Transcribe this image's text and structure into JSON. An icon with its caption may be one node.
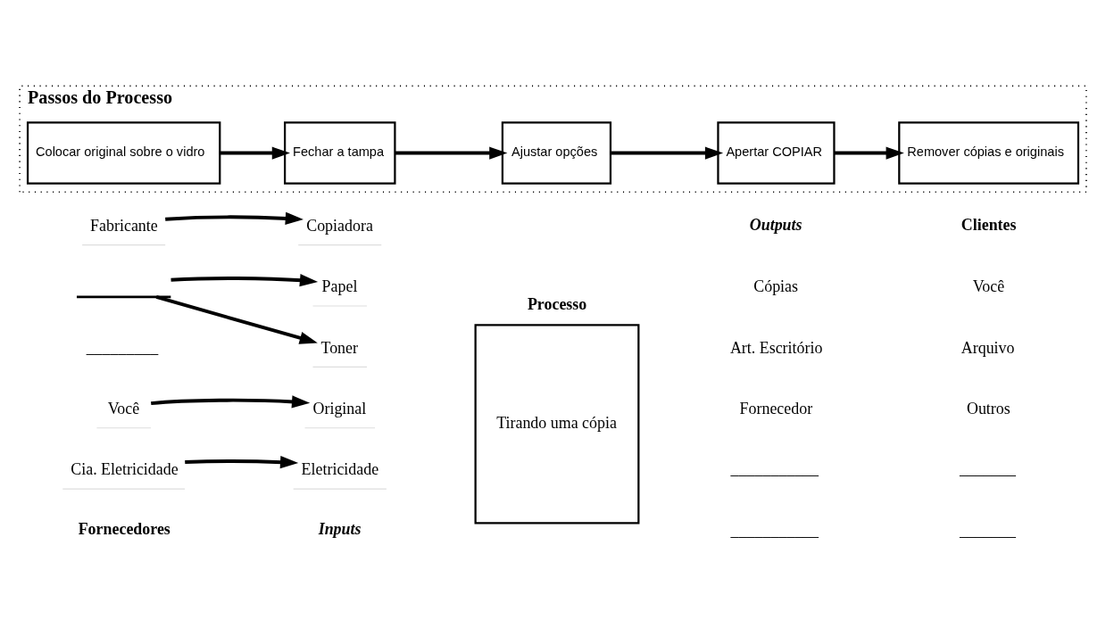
{
  "diagram": {
    "nodes": [
      {
        "text": [
          "Fabricante"
        ]
      },
      {
        "text": [
          "Copiadora"
        ]
      },
      {
        "text": [],
        "shape": "line"
      },
      {
        "text": [
          "Papel"
        ]
      },
      {
        "text": [
          "Toner"
        ]
      },
      {
        "text": [
          "Você"
        ]
      },
      {
        "text": [
          "Original"
        ]
      },
      {
        "text": [
          "Cia. Eletricidade"
        ]
      },
      {
        "text": [
          "Eletricidade"
        ]
      },
      {
        "text": [
          "Processo",
          "Tirando uma cópia"
        ]
      },
      {
        "text": [
          "Passos do Processo"
        ]
      },
      {
        "text": [
          "Colocar original sobre o vidro"
        ],
        "in": 10
      },
      {
        "text": [
          "Fechar a tampa"
        ],
        "in": 10
      },
      {
        "text": [
          "Ajustar opções"
        ],
        "in": 10
      },
      {
        "text": [
          "Apertar COPIAR"
        ],
        "in": 10
      },
      {
        "text": [
          "Remover cópias e originais"
        ],
        "in": 10
      }
    ],
    "edges": [
      {
        "from": 0,
        "to": 1,
        "arrow": "to"
      },
      {
        "from": 2,
        "to": 3,
        "arrow": "to"
      },
      {
        "from": 2,
        "to": 4,
        "arrow": "to"
      },
      {
        "from": 5,
        "to": 6,
        "arrow": "to"
      },
      {
        "from": 7,
        "to": 8,
        "arrow": "to"
      },
      {
        "from": 11,
        "to": 12,
        "arrow": "to"
      },
      {
        "from": 12,
        "to": 13,
        "arrow": "to"
      },
      {
        "from": 13,
        "to": 14,
        "arrow": "to"
      },
      {
        "from": 14,
        "to": 15,
        "arrow": "to"
      }
    ],
    "labels": [
      "Fornecedores",
      "Inputs",
      "Outputs",
      "Clientes",
      "Cópias",
      "Você",
      "Art. Escritório",
      "Arquivo",
      "_________",
      "Fornecedor",
      "Outros",
      "___________",
      "_______",
      "___________",
      "_______"
    ]
  }
}
